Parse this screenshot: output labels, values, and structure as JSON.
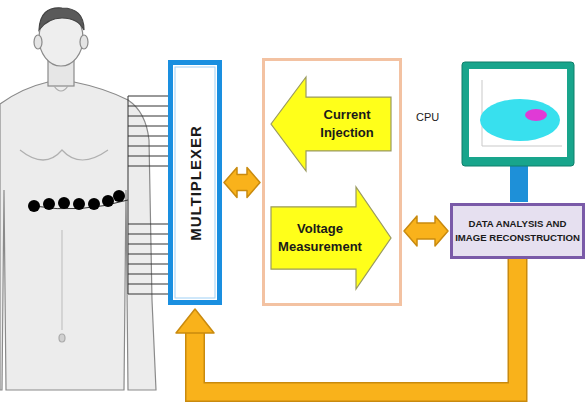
{
  "diagram": {
    "nodes": [
      {
        "text": [
          "MULTIPLEXER"
        ]
      },
      {
        "text": []
      },
      {
        "text": [
          "Current Injection"
        ],
        "in": 1
      },
      {
        "text": [
          "Voltage Measurement"
        ],
        "in": 1
      },
      {
        "text": [
          "CPU"
        ]
      },
      {
        "text": [
          "DATA ANALYSIS AND IMAGE RECONSTRUCTION"
        ]
      }
    ],
    "edges": [
      {
        "from": 0,
        "to": 1,
        "arrow": "both"
      },
      {
        "from": 1,
        "to": 5,
        "arrow": "both"
      },
      {
        "from": 5,
        "to": 0,
        "arrow": "to"
      }
    ]
  }
}
